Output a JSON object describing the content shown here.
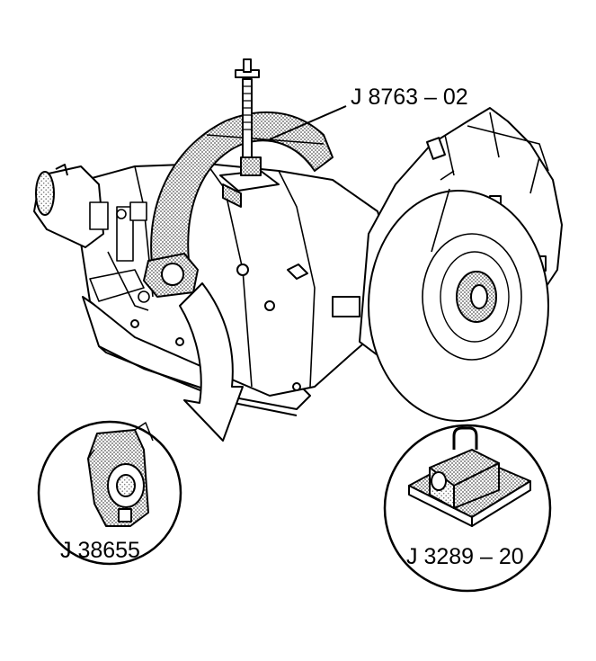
{
  "figure": {
    "callouts": {
      "main_tool": "J 8763 – 02",
      "inset_left_tool": "J 38655",
      "inset_right_tool": "J 3289 – 20"
    },
    "colors": {
      "ink": "#000000",
      "paper": "#ffffff",
      "stipple": "#8a8a8a"
    }
  }
}
